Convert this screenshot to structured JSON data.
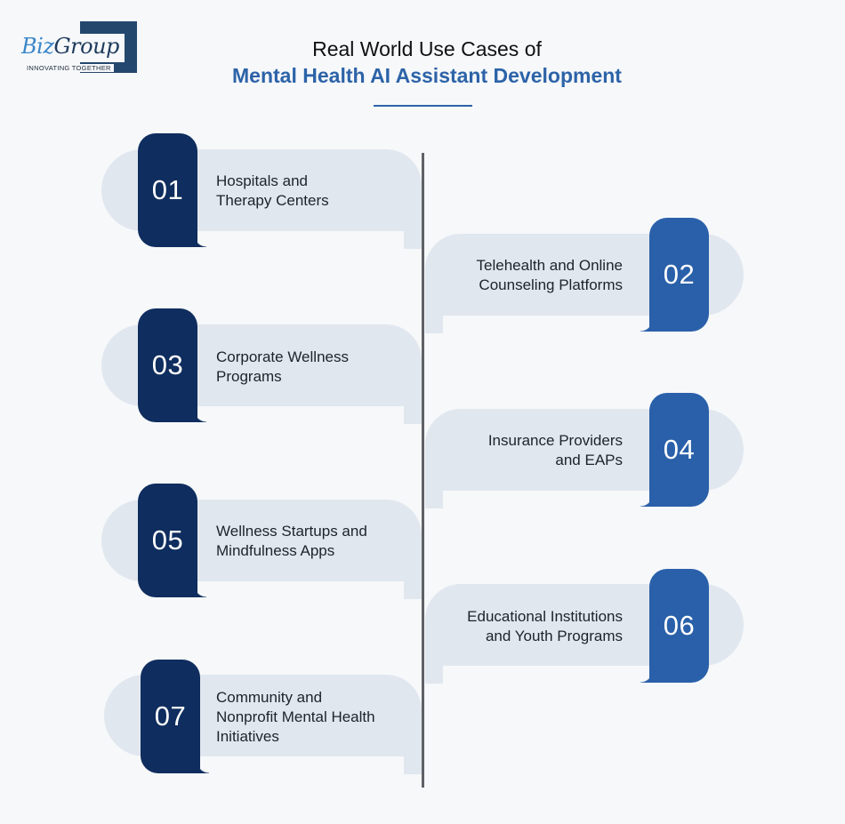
{
  "logo": {
    "name_part1": "Biz",
    "name_part2": "Group",
    "tagline": "INNOVATING TOGETHER"
  },
  "header": {
    "title_line1": "Real World Use Cases of",
    "title_line2": "Mental Health AI Assistant Development"
  },
  "colors": {
    "background": "#f6f8fa",
    "pill": "#e1e7ef",
    "tab_dark": "#0f2d5e",
    "tab_blue": "#2a60a9",
    "accent_title": "#2d63a8",
    "timeline": "#5e6166"
  },
  "items": [
    {
      "number": "01",
      "line1": "Hospitals and",
      "line2": "Therapy Centers",
      "line3": ""
    },
    {
      "number": "02",
      "line1": "Telehealth and Online",
      "line2": "Counseling Platforms",
      "line3": ""
    },
    {
      "number": "03",
      "line1": "Corporate Wellness",
      "line2": "Programs",
      "line3": ""
    },
    {
      "number": "04",
      "line1": "Insurance Providers",
      "line2": "and EAPs",
      "line3": ""
    },
    {
      "number": "05",
      "line1": "Wellness Startups and",
      "line2": "Mindfulness Apps",
      "line3": ""
    },
    {
      "number": "06",
      "line1": "Educational Institutions",
      "line2": "and Youth Programs",
      "line3": ""
    },
    {
      "number": "07",
      "line1": "Community and",
      "line2": "Nonprofit Mental Health",
      "line3": "Initiatives"
    }
  ]
}
